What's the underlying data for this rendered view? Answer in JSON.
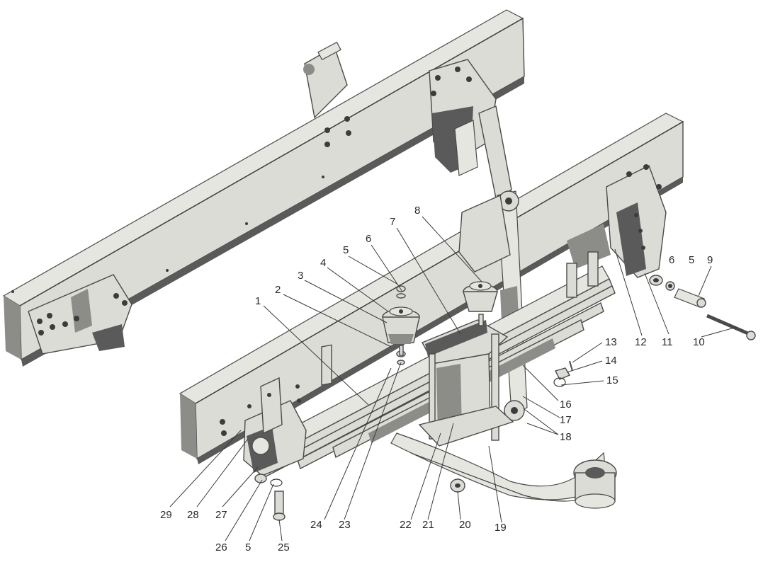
{
  "callouts": [
    {
      "id": "c1",
      "text": "1"
    },
    {
      "id": "c2",
      "text": "2"
    },
    {
      "id": "c3",
      "text": "3"
    },
    {
      "id": "c4",
      "text": "4"
    },
    {
      "id": "c5a",
      "text": "5"
    },
    {
      "id": "c6a",
      "text": "6"
    },
    {
      "id": "c7",
      "text": "7"
    },
    {
      "id": "c8",
      "text": "8"
    },
    {
      "id": "c6b",
      "text": "6"
    },
    {
      "id": "c5b",
      "text": "5"
    },
    {
      "id": "c9",
      "text": "9"
    },
    {
      "id": "c10",
      "text": "10"
    },
    {
      "id": "c11",
      "text": "11"
    },
    {
      "id": "c12",
      "text": "12"
    },
    {
      "id": "c13",
      "text": "13"
    },
    {
      "id": "c14",
      "text": "14"
    },
    {
      "id": "c15",
      "text": "15"
    },
    {
      "id": "c16",
      "text": "16"
    },
    {
      "id": "c17",
      "text": "17"
    },
    {
      "id": "c18",
      "text": "18"
    },
    {
      "id": "c19",
      "text": "19"
    },
    {
      "id": "c20",
      "text": "20"
    },
    {
      "id": "c21",
      "text": "21"
    },
    {
      "id": "c22",
      "text": "22"
    },
    {
      "id": "c23",
      "text": "23"
    },
    {
      "id": "c24",
      "text": "24"
    },
    {
      "id": "c25",
      "text": "25"
    },
    {
      "id": "c5c",
      "text": "5"
    },
    {
      "id": "c26",
      "text": "26"
    },
    {
      "id": "c27",
      "text": "27"
    },
    {
      "id": "c28",
      "text": "28"
    },
    {
      "id": "c29",
      "text": "29"
    }
  ]
}
